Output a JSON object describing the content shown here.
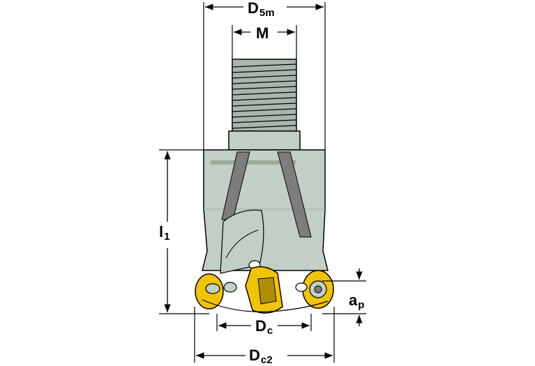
{
  "dimensions": {
    "d5m": {
      "main": "D",
      "sub": "5m"
    },
    "m": {
      "main": "M"
    },
    "l1": {
      "main": "l",
      "sub": "1"
    },
    "ap": {
      "main": "a",
      "sub": "p"
    },
    "dc": {
      "main": "D",
      "sub": "c"
    },
    "dc2": {
      "main": "D",
      "sub": "c2"
    }
  },
  "colors": {
    "body": "#c2cfc4",
    "body_shadow": "#9aab9d",
    "flute": "#7d7d7d",
    "insert": "#f2c300",
    "insert_dark": "#b08c00",
    "outline": "#000000",
    "thread": "#a8b6ab"
  }
}
